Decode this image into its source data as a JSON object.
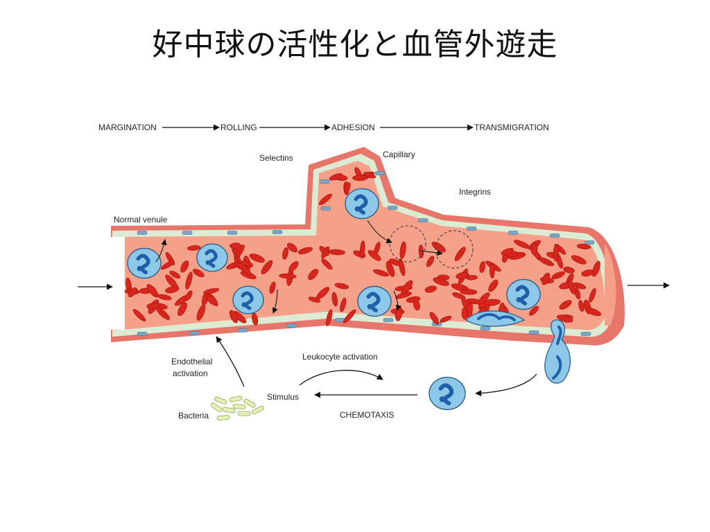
{
  "title": "好中球の活性化と血管外遊走",
  "stages": [
    "MARGINATION",
    "ROLLING",
    "ADHESION",
    "TRANSMIGRATION"
  ],
  "labels": {
    "selectins": "Selectins",
    "capillary": "Capillary",
    "integrins": "Integrins",
    "normal_venule": "Normal venule",
    "endothelial_line1": "Endothelial",
    "endothelial_line2": "activation",
    "leukocyte_activation": "Leukocyte activation",
    "stimulus": "Stimulus",
    "bacteria": "Bacteria",
    "chemotaxis": "CHEMOTAXIS"
  },
  "colors": {
    "vessel_wall": "#e8756a",
    "lumen": "#f5a088",
    "endothelium": "#dcebd3",
    "rbc": "#d9261c",
    "neutrophil": "#8ec8e8",
    "nucleus": "#1f5ea8",
    "bacteria": "#e3efb4"
  }
}
